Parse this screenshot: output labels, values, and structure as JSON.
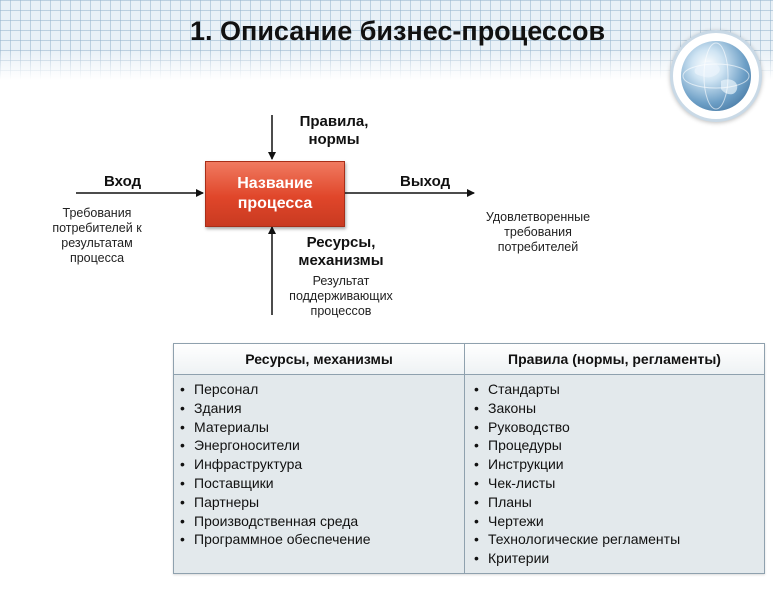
{
  "title": "1. Описание бизнес-процессов",
  "diagram": {
    "process": "Название процесса",
    "input_label": "Вход",
    "input_desc": "Требования потребителей к результатам процесса",
    "output_label": "Выход",
    "output_desc": "Удовлетворенные требования потребителей",
    "control_label": "Правила, нормы",
    "mechanism_label": "Ресурсы, механизмы",
    "mechanism_desc": "Результат поддерживающих процессов"
  },
  "table": {
    "headers": [
      "Ресурсы, механизмы",
      "Правила (нормы, регламенты)"
    ],
    "left_items": [
      "Персонал",
      "Здания",
      "Материалы",
      "Энергоносители",
      "Инфраструктура",
      "Поставщики",
      "Партнеры",
      "Производственная среда",
      "Программное обеспечение"
    ],
    "right_items": [
      "Стандарты",
      "Законы",
      "Руководство",
      "Процедуры",
      "Инструкции",
      "Чек-листы",
      "Планы",
      "Чертежи",
      "Технологические регламенты",
      "Критерии"
    ]
  },
  "colors": {
    "process_box": "#e0462a",
    "table_bg": "#e3e9ec",
    "header_grid": "#e9f1f7"
  },
  "icons": {
    "logo": "globe-icon"
  }
}
